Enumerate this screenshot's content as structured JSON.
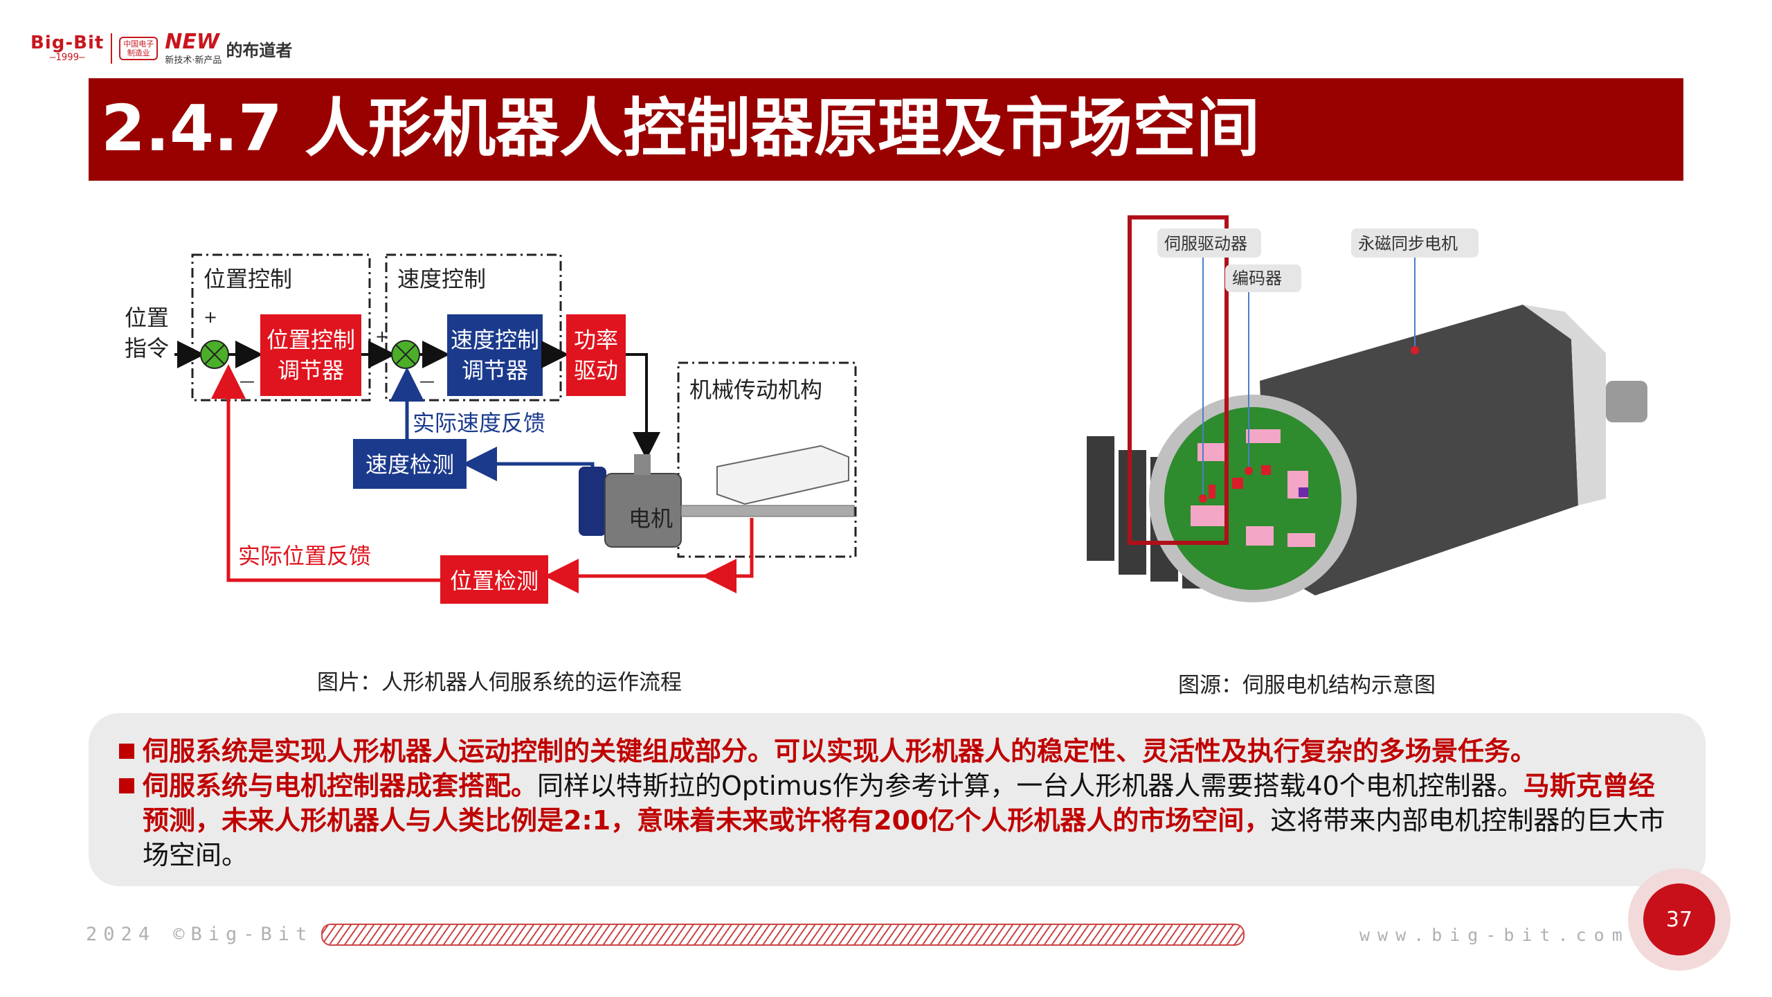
{
  "logo": {
    "brand": "Big-Bit",
    "year": "—1999—",
    "org": "中国电子制造业",
    "new_word": "NEW",
    "new_sub": "新技术·新产品",
    "tagline": "的布道者"
  },
  "title": "2.4.7 人形机器人控制器原理及市场空间",
  "diagram_left": {
    "labels": {
      "position_control": "位置控制",
      "speed_control": "速度控制",
      "position_cmd_1": "位置",
      "position_cmd_2": "指令",
      "plus1": "+",
      "minus1": "—",
      "plus2": "+",
      "minus2": "—",
      "pos_reg_1": "位置控制",
      "pos_reg_2": "调节器",
      "spd_reg_1": "速度控制",
      "spd_reg_2": "调节器",
      "power_1": "功率",
      "power_2": "驱动",
      "mech": "机械传动机构",
      "speed_fb": "实际速度反馈",
      "speed_detect": "速度检测",
      "motor": "电机",
      "pos_fb": "实际位置反馈",
      "pos_detect": "位置检测"
    },
    "caption": "图片：人形机器人伺服系统的运作流程"
  },
  "diagram_right": {
    "labels": {
      "servo_driver": "伺服驱动器",
      "encoder": "编码器",
      "pm_motor": "永磁同步电机"
    },
    "caption": "图源：伺服电机结构示意图"
  },
  "bullets": [
    {
      "parts": [
        {
          "text": "伺服系统是实现人形机器人运动控制的关键组成部分。可以实现人形机器人的稳定性、灵活性及执行复杂的多场景任务。",
          "style": "red"
        }
      ]
    },
    {
      "parts": [
        {
          "text": "伺服系统与电机控制器成套搭配。",
          "style": "red"
        },
        {
          "text": "同样以特斯拉的Optimus作为参考计算，一台人形机器人需要搭载40个电机控制器。",
          "style": "black"
        },
        {
          "text": "马斯克曾经预测，未来人形机器人与人类比例是2:1，意味着未来或许将有200亿个人形机器人的市场空间，",
          "style": "red"
        },
        {
          "text": "这将带来内部电机控制器的巨大市场空间。",
          "style": "black"
        }
      ]
    }
  ],
  "footer": {
    "copyright": "2024 ©Big-Bit",
    "website": "www.big-bit.com",
    "page_number": "37"
  }
}
